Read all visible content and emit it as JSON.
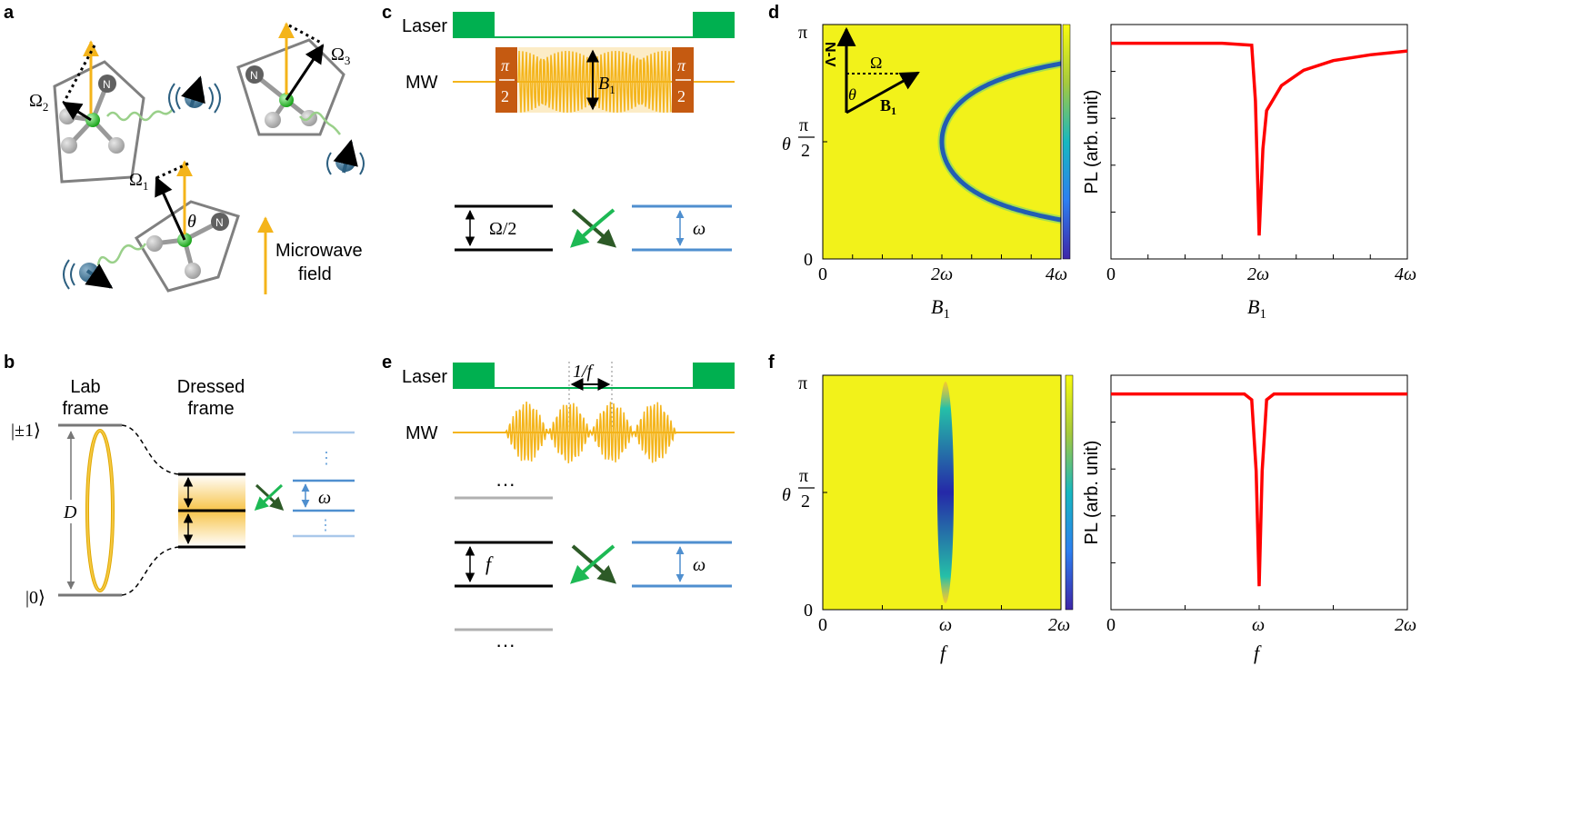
{
  "panels": {
    "a": "a",
    "b": "b",
    "c": "c",
    "d": "d",
    "e": "e",
    "f": "f"
  },
  "panel_a": {
    "omega1": "Ω",
    "omega1_sub": "1",
    "omega2": "Ω",
    "omega2_sub": "2",
    "omega3": "Ω",
    "omega3_sub": "3",
    "theta": "θ",
    "nv_letter": "N",
    "legend_line1": "Microwave",
    "legend_line2": "field"
  },
  "panel_b": {
    "lab_line1": "Lab",
    "lab_line2": "frame",
    "dressed_line1": "Dressed",
    "dressed_line2": "frame",
    "state_pm1": "|±1⟩",
    "state_0": "|0⟩",
    "d_label": "D",
    "omega_label": "ω",
    "dots": "⋮"
  },
  "panel_c": {
    "laser": "Laser",
    "mw": "MW",
    "pi_num": "π",
    "pi_den": "2",
    "b1": "B",
    "b1_sub": "1",
    "left_level": "Ω/2",
    "right_level": "ω"
  },
  "panel_e": {
    "laser": "Laser",
    "mw": "MW",
    "period": "1/f",
    "dots": "···",
    "left_level": "f",
    "right_level": "ω"
  },
  "colors": {
    "laser": "#00b050",
    "microwave": "#f4b41a",
    "pi_pulse": "#c55a11",
    "level_blue": "#4f8fcf",
    "arrow_green_light": "#1db954",
    "arrow_green_dark": "#2d5a27",
    "curve_red": "#ff0000",
    "map_bg": "#f2f21a",
    "dip": "#2424a0"
  },
  "chart_data": [
    {
      "type": "heatmap",
      "panel": "d-left",
      "xlabel": "B",
      "xlabel_sub": "1",
      "ylabel": "θ",
      "x_ticks": [
        "0",
        "2ω",
        "4ω"
      ],
      "y_ticks": [
        "0",
        "π/2",
        "π"
      ],
      "colorbar_label": "PL (arb. unit)",
      "inset": {
        "axis": "N-V",
        "omega": "Ω",
        "theta": "θ",
        "field": "B",
        "field_sub": "1"
      },
      "xlim": [
        0,
        4
      ],
      "ylim": [
        0,
        3.1416
      ],
      "feature": "resonance where B1·sinθ = 2ω"
    },
    {
      "type": "line",
      "panel": "d-right",
      "xlabel": "B",
      "xlabel_sub": "1",
      "ylabel": "PL (arb. unit)",
      "x_ticks": [
        "0",
        "2ω",
        "4ω"
      ],
      "xlim": [
        0,
        4
      ],
      "series": [
        {
          "x": [
            0,
            1.5,
            1.9,
            1.95,
            2.0,
            2.05,
            2.1,
            2.3,
            2.6,
            3.0,
            3.5,
            4.0
          ],
          "y": [
            1.0,
            1.0,
            0.99,
            0.7,
            0.0,
            0.45,
            0.65,
            0.78,
            0.86,
            0.91,
            0.94,
            0.96
          ]
        }
      ]
    },
    {
      "type": "heatmap",
      "panel": "f-left",
      "xlabel": "f",
      "ylabel": "θ",
      "x_ticks": [
        "0",
        "ω",
        "2ω"
      ],
      "y_ticks": [
        "0",
        "π/2",
        "π"
      ],
      "colorbar_label": "PL (arb. unit)",
      "xlim": [
        0,
        2
      ],
      "ylim": [
        0,
        3.1416
      ],
      "feature": "narrow resonance at f = ω, strongest at θ = π/2"
    },
    {
      "type": "line",
      "panel": "f-right",
      "xlabel": "f",
      "ylabel": "PL (arb. unit)",
      "x_ticks": [
        "0",
        "ω",
        "2ω"
      ],
      "xlim": [
        0,
        2
      ],
      "series": [
        {
          "x": [
            0,
            0.9,
            0.95,
            0.98,
            1.0,
            1.02,
            1.05,
            1.1,
            2.0
          ],
          "y": [
            1.0,
            1.0,
            0.97,
            0.6,
            0.0,
            0.6,
            0.97,
            1.0,
            1.0
          ]
        }
      ]
    }
  ]
}
